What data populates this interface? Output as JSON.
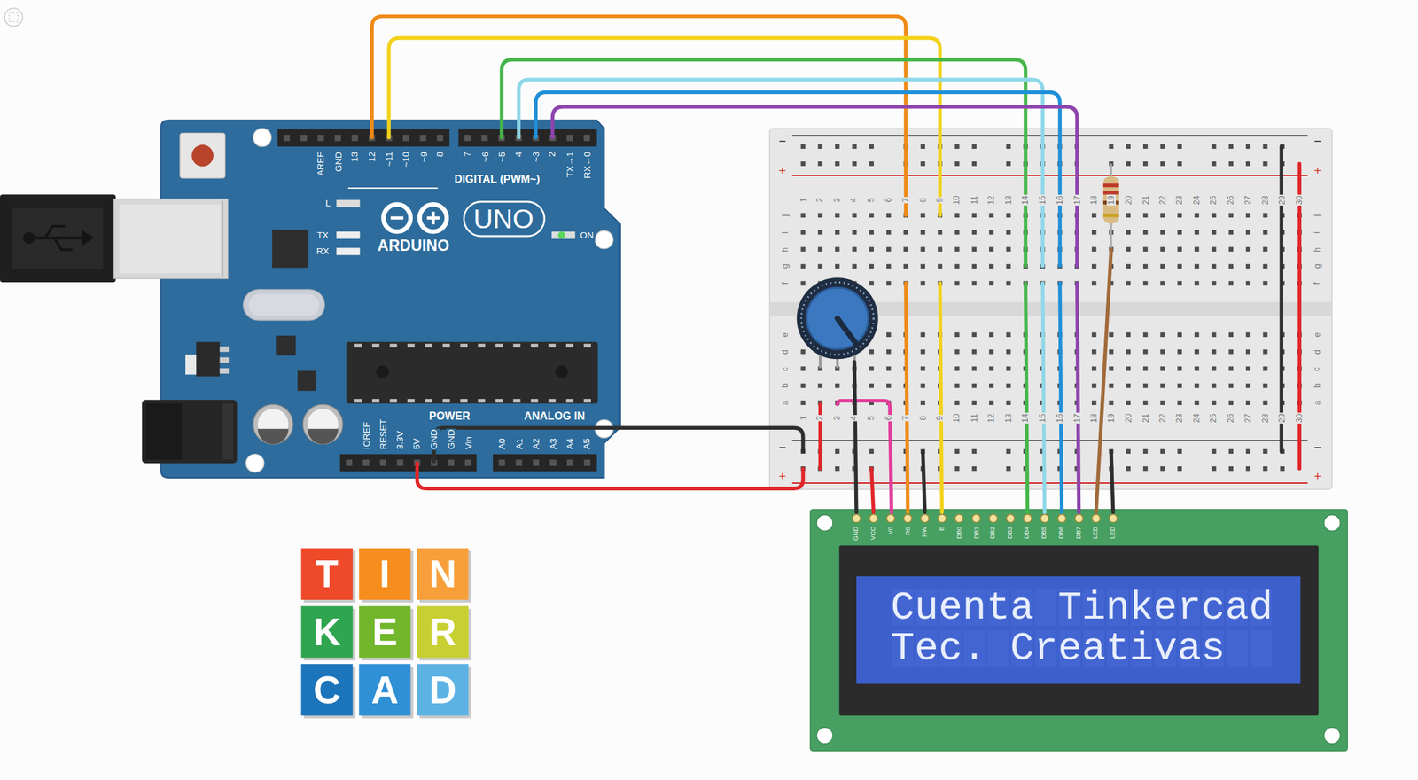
{
  "diagram": {
    "nodes": [
      {
        "text": [
          "ARDUINO"
        ]
      },
      {
        "text": [
          "UNO"
        ],
        "in": 0
      },
      {
        "text": [
          "Cuenta Tinkercad",
          "Tec. Creativas"
        ]
      },
      {
        "text": [
          "T"
        ]
      },
      {
        "text": [
          "I"
        ]
      },
      {
        "text": [
          "N"
        ]
      },
      {
        "text": [
          "K"
        ]
      },
      {
        "text": [
          "E"
        ]
      },
      {
        "text": [
          "R"
        ]
      },
      {
        "text": [
          "C"
        ]
      },
      {
        "text": [
          "A"
        ]
      },
      {
        "text": [
          "D"
        ]
      }
    ],
    "labels": [
      "AREF",
      "GND",
      "13",
      "12",
      "~11",
      "~10",
      "~9",
      "8",
      "7",
      "~6",
      "~5",
      "4",
      "~3",
      "2",
      "TX→1",
      "RX←0",
      "DIGITAL (PWM~)",
      "L",
      "TX",
      "RX",
      "ON",
      "POWER",
      "ANALOG IN",
      "IOREF",
      "RESET",
      "3.3V",
      "5V",
      "GND",
      "GND",
      "Vin",
      "A0",
      "A1",
      "A2",
      "A3",
      "A4",
      "A5",
      "−",
      "+",
      "−",
      "+",
      "−",
      "+",
      "−",
      "+",
      "1",
      "2",
      "3",
      "4",
      "5",
      "6",
      "7",
      "8",
      "9",
      "10",
      "11",
      "12",
      "13",
      "14",
      "15",
      "16",
      "17",
      "18",
      "19",
      "20",
      "21",
      "22",
      "23",
      "24",
      "25",
      "26",
      "27",
      "28",
      "29",
      "30",
      "1",
      "2",
      "3",
      "4",
      "5",
      "6",
      "7",
      "8",
      "9",
      "10",
      "11",
      "12",
      "13",
      "14",
      "15",
      "16",
      "17",
      "18",
      "19",
      "20",
      "21",
      "22",
      "23",
      "24",
      "25",
      "26",
      "27",
      "28",
      "29",
      "30",
      "j",
      "i",
      "h",
      "g",
      "f",
      "j",
      "i",
      "h",
      "g",
      "f",
      "e",
      "d",
      "c",
      "b",
      "a",
      "e",
      "d",
      "c",
      "b",
      "a",
      "GND",
      "VCC",
      "V0",
      "RS",
      "RW",
      "E",
      "DB0",
      "DB1",
      "DB2",
      "DB3",
      "DB4",
      "DB5",
      "DB6",
      "DB7",
      "LED",
      "LED"
    ]
  }
}
